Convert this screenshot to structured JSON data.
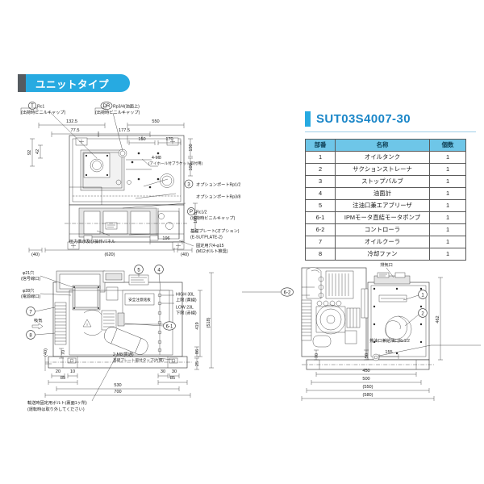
{
  "header": {
    "section_label": "ユニットタイプ"
  },
  "product": {
    "title": "SUT03S4007-30"
  },
  "parts_table": {
    "columns": [
      "部番",
      "名称",
      "個数"
    ],
    "rows": [
      {
        "no": "1",
        "name": "オイルタンク",
        "qty": "1"
      },
      {
        "no": "2",
        "name": "サクションストレーナ",
        "qty": "1"
      },
      {
        "no": "3",
        "name": "ストップバルブ",
        "qty": "1"
      },
      {
        "no": "4",
        "name": "油面計",
        "qty": "1"
      },
      {
        "no": "5",
        "name": "注油口兼エアブリーザ",
        "qty": "1"
      },
      {
        "no": "6-1",
        "name": "IPMモータ直結モータポンプ",
        "qty": "1"
      },
      {
        "no": "6-2",
        "name": "コントローラ",
        "qty": "1"
      },
      {
        "no": "7",
        "name": "オイルクーラ",
        "qty": "1"
      },
      {
        "no": "8",
        "name": "冷却ファン",
        "qty": "1"
      }
    ]
  },
  "top_view": {
    "port_T": "Rc1",
    "port_T_note": "(出荷時ビニルキャップ)",
    "port_T_mark": "T",
    "port_DR": "Rp3/4(油面上)",
    "port_DR_note": "(出荷時ビニルキャップ)",
    "port_DR_mark": "DR",
    "port_P": "Rc1/2",
    "port_P_note": "(出荷時ビニルキャップ)",
    "port_P_mark": "P",
    "option_port_1": "オプションポートRp1/2",
    "option_port_2": "オプションポートRp3/8",
    "base_plate": "基礎プレート(オプション)",
    "base_plate_code": "(E-SUTPLATE-2)",
    "fix_hole": "固定用穴4-φ15",
    "fix_hole_note": "(M12ボルト推奨)",
    "tap_note": "4-M8",
    "tap_note_sub": "(アイホール付ブラケット取付用)",
    "panel_label": "圧力表示及び操作パネル",
    "dims": {
      "d1325": "132.5",
      "d775": "77.5",
      "d1775": "177.5",
      "d550": "550",
      "d150": "150",
      "d170": "170",
      "d92": "92",
      "d42": "42",
      "d150v": "150",
      "d100v": "100",
      "d1005": "100.5",
      "d40l": "(40)",
      "d620": "(620)",
      "d196": "196",
      "d40r": "(40)"
    }
  },
  "front_view": {
    "hole_signal": "φ21穴",
    "hole_signal_note": "(信号線口)",
    "hole_power": "φ28穴",
    "hole_power_note": "(電源線口)",
    "intake": "吸気",
    "safety_plate": "安全注意銘板",
    "level_high": "HIGH  30L",
    "level_high_note": "上限 (黄線)",
    "level_low": "LOW  23L",
    "level_low_note": "下限 (赤線)",
    "tap_2m8": "2-M8(貫通)",
    "tap_2m8_note": "基礎プレート取付タップ(片側)",
    "transport_bolt": "輸送時固定用ボルト(裏面1ヶ所)",
    "transport_bolt_note": "(運転時は取り外してください)",
    "dims": {
      "d419": "419",
      "d518": "(518)",
      "d20": "20",
      "d10": "10",
      "d85l": "85",
      "d530": "530",
      "d700": "700",
      "d30a": "30",
      "d30b": "30",
      "d85r": "85",
      "d25": "25",
      "d40": "(40)",
      "d70": "70",
      "d86": "86"
    }
  },
  "side_view": {
    "exhaust": "排気口",
    "drain_port": "排油口兼給油口Rc1/2",
    "dims": {
      "d462": "462",
      "d450": "450",
      "d500": "500",
      "d550": "(550)",
      "d580": "(580)",
      "d155": "155",
      "d70": "70",
      "d50": "50"
    }
  },
  "balloons": {
    "b1": "1",
    "b2": "2",
    "b3": "3",
    "b4": "4",
    "b5": "5",
    "b61": "6-1",
    "b62": "6-2",
    "b7": "7",
    "b8": "8"
  }
}
